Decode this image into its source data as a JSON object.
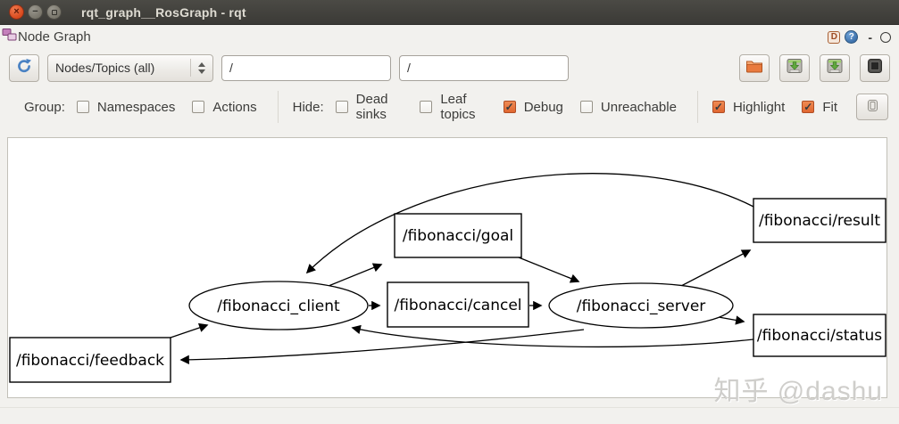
{
  "window": {
    "title": "rqt_graph__RosGraph - rqt",
    "controls": [
      "close",
      "minimize",
      "maximize"
    ]
  },
  "plugin": {
    "title": "Node Graph",
    "badge_d": "D",
    "badge_help": "?",
    "icons": [
      "node-graph-icon",
      "d-badge-icon",
      "help-icon",
      "minimize-icon",
      "circle-icon"
    ]
  },
  "toolbar": {
    "refresh_icon": "refresh-icon",
    "graph_type_value": "Nodes/Topics (all)",
    "namespace_filter_value": "/",
    "topic_filter_value": "/",
    "buttons": [
      {
        "icon": "open-folder-icon"
      },
      {
        "icon": "save-dot-icon"
      },
      {
        "icon": "save-image-icon"
      },
      {
        "icon": "snapshot-icon"
      }
    ]
  },
  "filter_bar": {
    "group_label": "Group:",
    "namespaces": {
      "label": "Namespaces",
      "checked": false
    },
    "actions": {
      "label": "Actions",
      "checked": false
    },
    "hide_label": "Hide:",
    "dead_sinks": {
      "label": "Dead sinks",
      "checked": false
    },
    "leaf_topics": {
      "label": "Leaf topics",
      "checked": false
    },
    "debug": {
      "label": "Debug",
      "checked": true
    },
    "unreachable": {
      "label": "Unreachable",
      "checked": false
    },
    "highlight": {
      "label": "Highlight",
      "checked": true
    },
    "fit": {
      "label": "Fit",
      "checked": true
    },
    "fit_button_icon": "window-fit-icon"
  },
  "graph": {
    "nodes": [
      {
        "id": "client",
        "label": "/fibonacci_client",
        "shape": "ellipse"
      },
      {
        "id": "server",
        "label": "/fibonacci_server",
        "shape": "ellipse"
      },
      {
        "id": "goal",
        "label": "/fibonacci/goal",
        "shape": "box"
      },
      {
        "id": "cancel",
        "label": "/fibonacci/cancel",
        "shape": "box"
      },
      {
        "id": "result",
        "label": "/fibonacci/result",
        "shape": "box"
      },
      {
        "id": "status",
        "label": "/fibonacci/status",
        "shape": "box"
      },
      {
        "id": "feedback",
        "label": "/fibonacci/feedback",
        "shape": "box"
      }
    ],
    "edges": [
      {
        "from": "/fibonacci_client",
        "to": "/fibonacci/goal"
      },
      {
        "from": "/fibonacci/goal",
        "to": "/fibonacci_server"
      },
      {
        "from": "/fibonacci_client",
        "to": "/fibonacci/cancel"
      },
      {
        "from": "/fibonacci/cancel",
        "to": "/fibonacci_server"
      },
      {
        "from": "/fibonacci_server",
        "to": "/fibonacci/result"
      },
      {
        "from": "/fibonacci/result",
        "to": "/fibonacci_client"
      },
      {
        "from": "/fibonacci_server",
        "to": "/fibonacci/status"
      },
      {
        "from": "/fibonacci/status",
        "to": "/fibonacci_client"
      },
      {
        "from": "/fibonacci_server",
        "to": "/fibonacci/feedback"
      },
      {
        "from": "/fibonacci/feedback",
        "to": "/fibonacci_client"
      }
    ]
  },
  "watermark": "知乎 @dashu",
  "colors": {
    "titlebar": "#3b3a36",
    "panel": "#f2f1ee",
    "ubuntu_orange_close": "#d9491d",
    "checkbox_checked": "#e0662f",
    "refresh_blue": "#4a82c3",
    "canvas_bg": "#ffffff"
  }
}
